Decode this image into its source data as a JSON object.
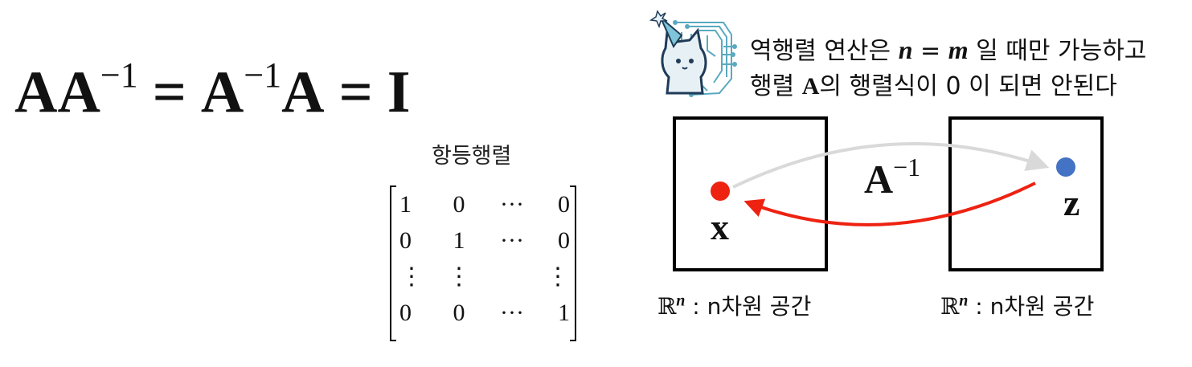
{
  "equation": {
    "a": "AA",
    "exp1": "−1",
    "eq1": "=",
    "b": "A",
    "exp2": "−1",
    "c": "A",
    "eq2": "=",
    "identity": "I"
  },
  "identity_caption": "항등행렬",
  "identity_matrix": {
    "rows": [
      [
        "1",
        "0",
        "···",
        "0"
      ],
      [
        "0",
        "1",
        "···",
        "0"
      ],
      [
        "⋮",
        "⋮",
        "",
        "⋮"
      ],
      [
        "0",
        "0",
        "···",
        "1"
      ]
    ]
  },
  "note": {
    "line1_a": "역행렬 연산은 ",
    "n_var": "n",
    "line1_eq": " = ",
    "m_var": "m",
    "line1_b": " 일 때만 가능하고",
    "line2_a": "행렬 ",
    "line2_A": "A",
    "line2_b": "의 행렬식이 0 이 되면 안된다"
  },
  "mascot": {
    "icon": "robot-cat-mascot-icon"
  },
  "diagram": {
    "left_vector": "x",
    "right_vector": "z",
    "inverse_label": "A",
    "inverse_exp": "−1",
    "left_space_symbol": "ℝ",
    "left_space_exp": "n",
    "left_space_label": " : n차원 공간",
    "right_space_symbol": "ℝ",
    "right_space_exp": "n",
    "right_space_label": " : n차원 공간",
    "colors": {
      "x_dot": "#ee2211",
      "z_dot": "#4472c4",
      "red_arrow": "#ee2211",
      "gray_arrow": "#d9d9d9"
    }
  }
}
